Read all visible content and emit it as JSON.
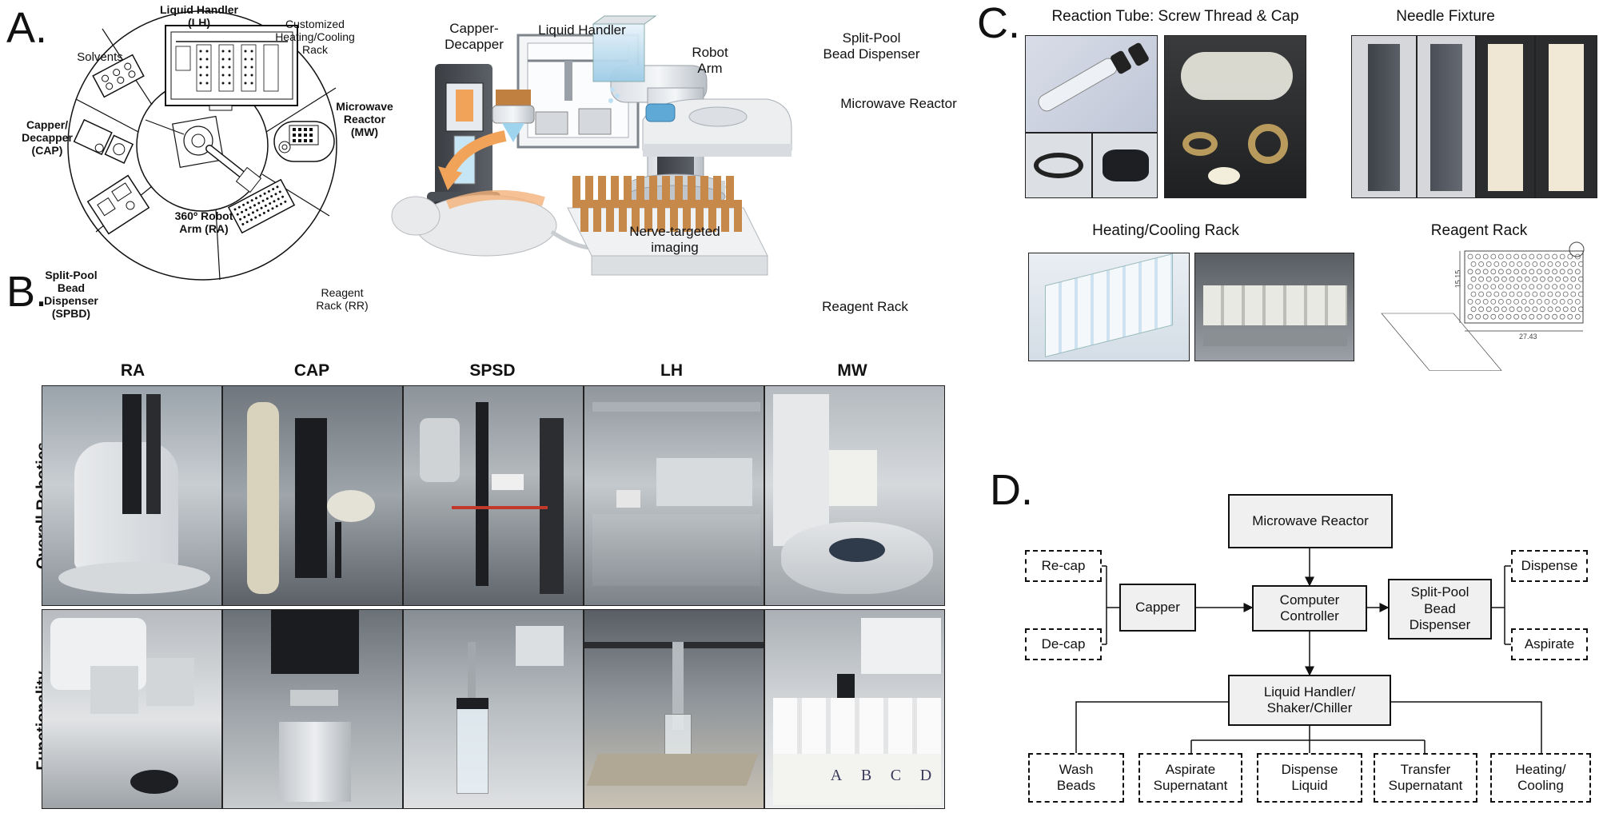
{
  "panel_labels": {
    "a": "A.",
    "b": "B.",
    "c": "C.",
    "d": "D."
  },
  "panel_a": {
    "wheel": {
      "lh": "Liquid Handler\n(LH)",
      "heating_rack": "Customized\nHeating/Cooling\nRack",
      "solvents": "Solvents",
      "mw": "Microwave\nReactor\n(MW)",
      "cap": "Capper/\nDecapper\n(CAP)",
      "ra": "360º Robot\nArm (RA)",
      "spbd": "Split-Pool\nBead\nDispenser\n(SPBD)",
      "rr": "Reagent\nRack (RR)"
    },
    "illustration": {
      "capper": "Capper-\nDecapper",
      "liquid_handler": "Liquid Handler",
      "robot_arm": "Robot\nArm",
      "bead_dispenser": "Split-Pool\nBead Dispenser",
      "microwave": "Microwave Reactor",
      "imaging": "Nerve-targeted\nimaging",
      "reagent_rack": "Reagent Rack"
    }
  },
  "panel_b": {
    "columns": [
      "RA",
      "CAP",
      "SPSD",
      "LH",
      "MW"
    ],
    "rows": [
      "Overall Robotics",
      "Functionality"
    ],
    "rack_letters": [
      "A",
      "B",
      "C",
      "D"
    ]
  },
  "panel_c": {
    "reaction_tube": "Reaction Tube: Screw Thread & Cap",
    "needle_fixture": "Needle Fixture",
    "heating_rack": "Heating/Cooling Rack",
    "reagent_rack": "Reagent Rack",
    "dim_height": "15.15",
    "dim_width": "27.43"
  },
  "panel_d": {
    "microwave": "Microwave Reactor",
    "controller": "Computer\nController",
    "capper": "Capper",
    "bead_dispenser": "Split-Pool\nBead\nDispenser",
    "liquid_handler": "Liquid Handler/\nShaker/Chiller",
    "recap": "Re-cap",
    "decap": "De-cap",
    "dispense": "Dispense",
    "aspirate": "Aspirate",
    "wash": "Wash\nBeads",
    "aspirate_sup": "Aspirate\nSupernatant",
    "dispense_liquid": "Dispense\nLiquid",
    "transfer_sup": "Transfer\nSupernatant",
    "heating_cooling": "Heating/\nCooling"
  }
}
